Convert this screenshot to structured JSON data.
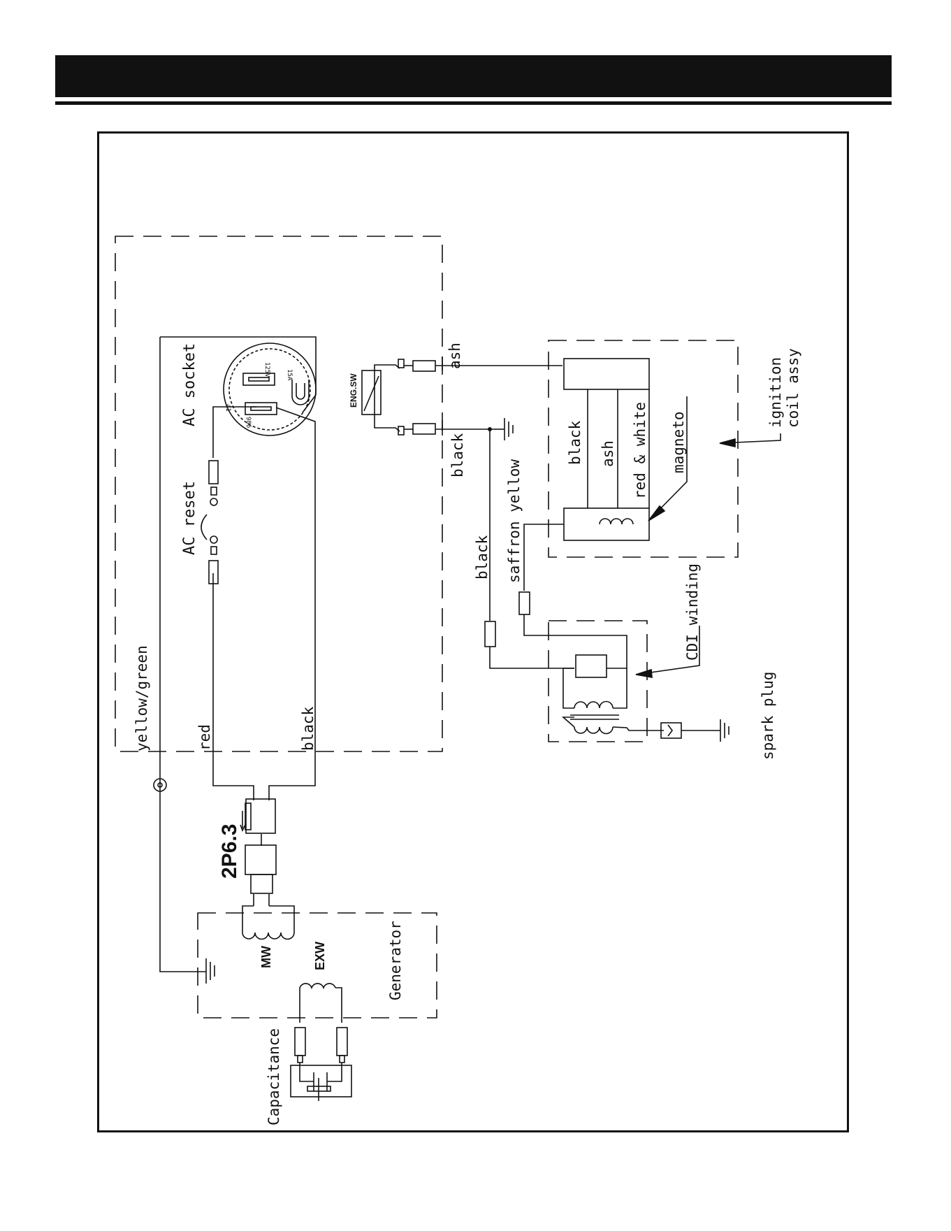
{
  "labels": {
    "ac_socket": "AC socket",
    "ac_reset": "AC reset",
    "eng_sw": "ENG.SW",
    "ash_top": "ash",
    "black_sw": "black",
    "saffron_yellow": "saffron yellow",
    "black_cdi": "black",
    "black_coil": "black",
    "ash_coil": "ash",
    "red_white": "red & white",
    "magneto": "magneto",
    "ignition": "ignition",
    "coil_assy": "coil assy",
    "cdi_winding": "CDI winding",
    "spark_plug": "spark plug",
    "yellow_green": "yellow/green",
    "red": "red",
    "black_main": "black",
    "connector": "2P6.3",
    "mw": "MW",
    "exw": "EXW",
    "generator": "Generator",
    "capacitance": "Capacitance"
  },
  "socket_marks": {
    "rating_a": "125V",
    "rating_b": "15A",
    "code_a": "41",
    "code_b": "986"
  },
  "colors": {
    "ink": "#111111",
    "paper": "#ffffff"
  }
}
